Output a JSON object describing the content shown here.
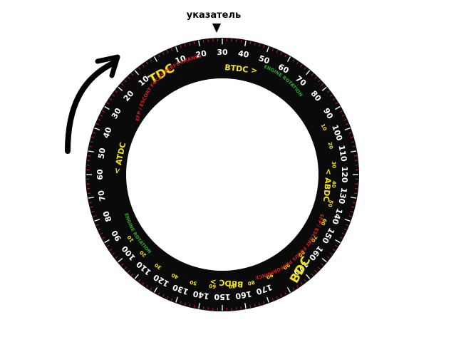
{
  "pointer_label": "указатель",
  "markers": {
    "tdc": "TDC",
    "btdc": "BTDC >",
    "atdc": "< ATDC",
    "abdc": "< ABDC",
    "bbdc": "BBDC >",
    "bdc": "BDC"
  },
  "arc_texts": {
    "upper_left": "EFP / ESCORT FOCUS PERFORMANCE",
    "upper_right": "ENGINE ROTATION",
    "lower_right": "EFP / ESCORT FOCUS PERFORMANCE",
    "lower_left": "ENGINE ROTATION"
  },
  "major_labels": [
    "170",
    "160",
    "150",
    "140",
    "130",
    "120",
    "110",
    "100",
    "90",
    "80",
    "70",
    "60",
    "50",
    "40",
    "30",
    "20",
    "10",
    "TDC",
    "10",
    "20",
    "30",
    "40",
    "50",
    "60",
    "70",
    "80",
    "90",
    "100",
    "110",
    "120",
    "130",
    "140",
    "150",
    "160",
    "170",
    "BDC"
  ],
  "minor_labels": {
    "right": [
      "10",
      "20",
      "30",
      "40",
      "50",
      "60",
      "70",
      "80",
      "90"
    ],
    "left": [
      "10",
      "20",
      "30",
      "40",
      "50",
      "60",
      "70",
      "80",
      "90"
    ]
  },
  "colors": {
    "dial": "#0a0a0a",
    "white_text": "#ffffff",
    "yellow": "#f2e21a",
    "red_ticks": "#c0262a",
    "green": "#2aa82a",
    "red_text": "#d42020",
    "arrow": "#000000"
  }
}
